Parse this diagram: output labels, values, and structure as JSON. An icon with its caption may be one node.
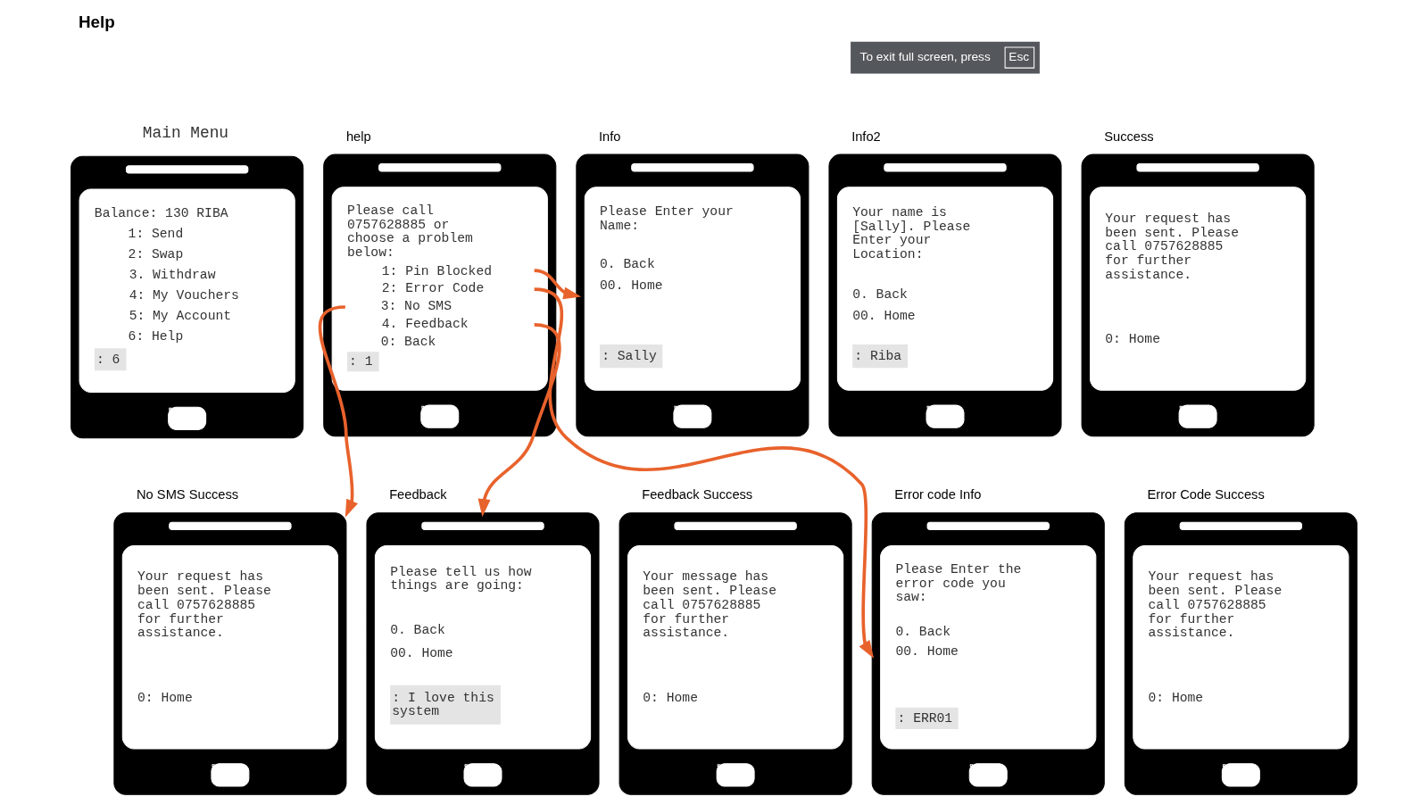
{
  "diagram": {
    "title": "Help",
    "nodes": [
      {
        "text": [
          "Main Menu",
          "Balance: 130 RIBA",
          "1: Send",
          "2: Swap",
          "3. Withdraw",
          "4: My Vouchers",
          "5: My Account",
          "6: Help",
          ": 6"
        ]
      },
      {
        "text": [
          "help",
          "Please call 0757628885 or choose a problem below:",
          "1: Pin Blocked",
          "2: Error Code",
          "3: No SMS",
          "4. Feedback",
          "0: Back",
          ": 1"
        ]
      },
      {
        "text": [
          "Info",
          "Please Enter your Name:",
          "0. Back",
          "00. Home",
          ": Sally"
        ]
      },
      {
        "text": [
          "Info2",
          "Your name is [Sally]. Please Enter your Location:",
          "0. Back",
          "00. Home",
          ": Riba"
        ]
      },
      {
        "text": [
          "Success",
          "Your request has been sent. Please call 0757628885 for further assistance.",
          "0: Home"
        ]
      },
      {
        "text": [
          "No SMS Success",
          "Your request has been sent. Please call 0757628885 for further assistance.",
          "0: Home"
        ]
      },
      {
        "text": [
          "Feedback",
          "Please tell us how things are going:",
          "0. Back",
          "00. Home",
          ": I love this system"
        ]
      },
      {
        "text": [
          "Feedback Success",
          "Your message has been sent. Please call 0757628885 for further assistance.",
          "0: Home"
        ]
      },
      {
        "text": [
          "Error code Info",
          "Please Enter the error code you saw:",
          "0. Back",
          "00. Home",
          ": ERR01"
        ]
      },
      {
        "text": [
          "Error Code Success",
          "Your request has been sent. Please call 0757628885 for further assistance.",
          "0: Home"
        ]
      }
    ],
    "edges": [
      {
        "from": 1,
        "to": 2,
        "arrow": "to"
      },
      {
        "from": 1,
        "to": 8,
        "arrow": "to"
      },
      {
        "from": 1,
        "to": 5,
        "arrow": "to"
      },
      {
        "from": 1,
        "to": 6,
        "arrow": "to"
      }
    ],
    "labels": [
      "To exit full screen, press",
      "Esc"
    ]
  }
}
